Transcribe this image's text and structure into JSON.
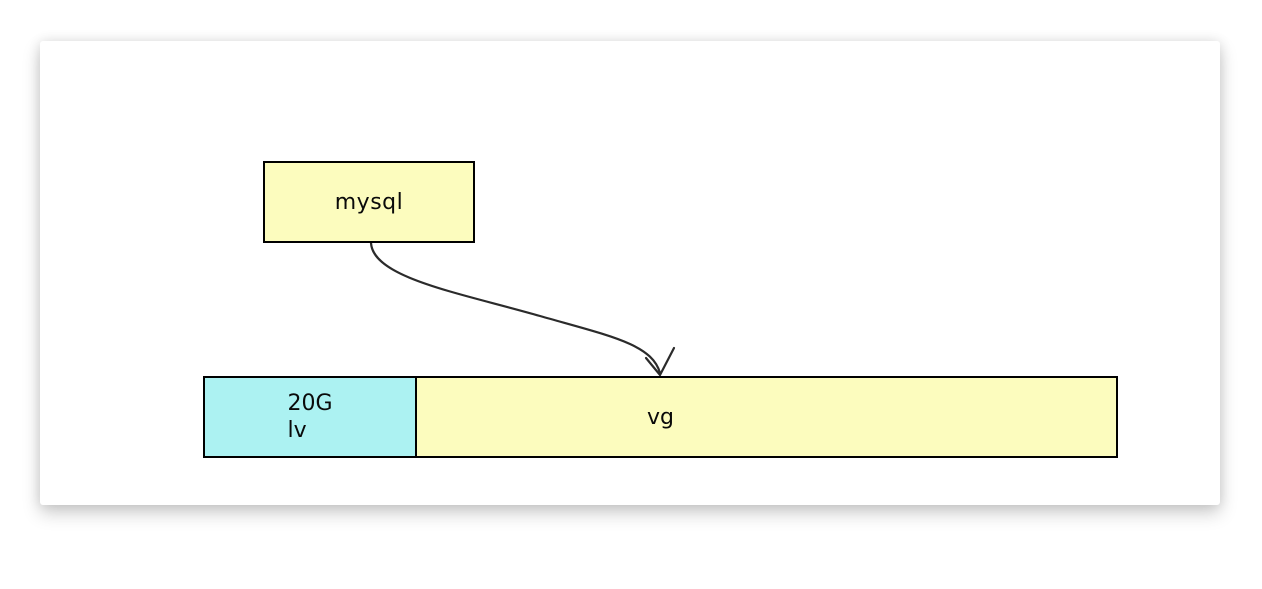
{
  "diagram": {
    "canvas_color": "#FFFFFF",
    "border_color": "#000000",
    "arrow_color": "#2B2B2B",
    "node_mysql": {
      "label": "mysql",
      "fill": "#FCFCBE"
    },
    "segment_lv": {
      "size": "20G",
      "label": "lv",
      "fill": "#ACF2F2"
    },
    "segment_vg": {
      "label": "vg",
      "fill": "#FCFCBE"
    },
    "edge": {
      "from": "mysql",
      "to": "vg"
    }
  }
}
